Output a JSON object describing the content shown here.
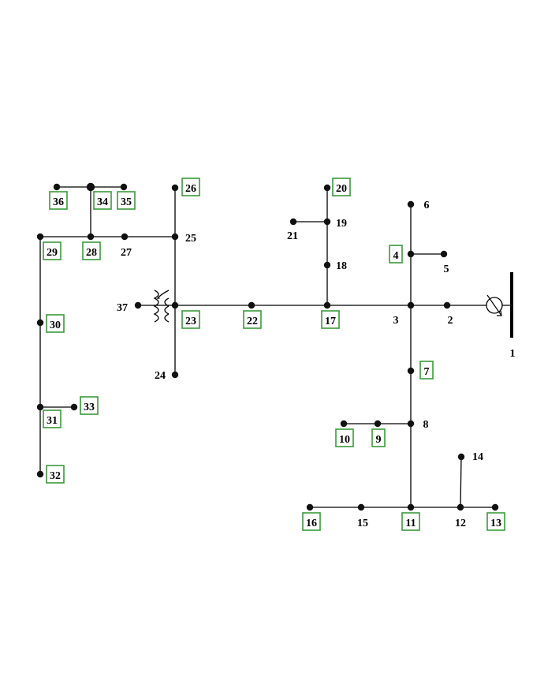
{
  "labels": [
    "1",
    "2",
    "3",
    "4",
    "5",
    "6",
    "7",
    "8",
    "9",
    "10",
    "11",
    "12",
    "13",
    "14",
    "15",
    "16",
    "17",
    "18",
    "19",
    "20",
    "21",
    "22",
    "23",
    "24",
    "25",
    "26",
    "27",
    "28",
    "29",
    "30",
    "31",
    "32",
    "33",
    "34",
    "35",
    "36",
    "37"
  ],
  "boxed": [
    "4",
    "7",
    "9",
    "10",
    "11",
    "13",
    "16",
    "17",
    "20",
    "22",
    "23",
    "26",
    "28",
    "29",
    "30",
    "31",
    "32",
    "33",
    "34",
    "35",
    "36"
  ],
  "colors": {
    "box_stroke": "#3a9a3a",
    "line": "#000000"
  }
}
